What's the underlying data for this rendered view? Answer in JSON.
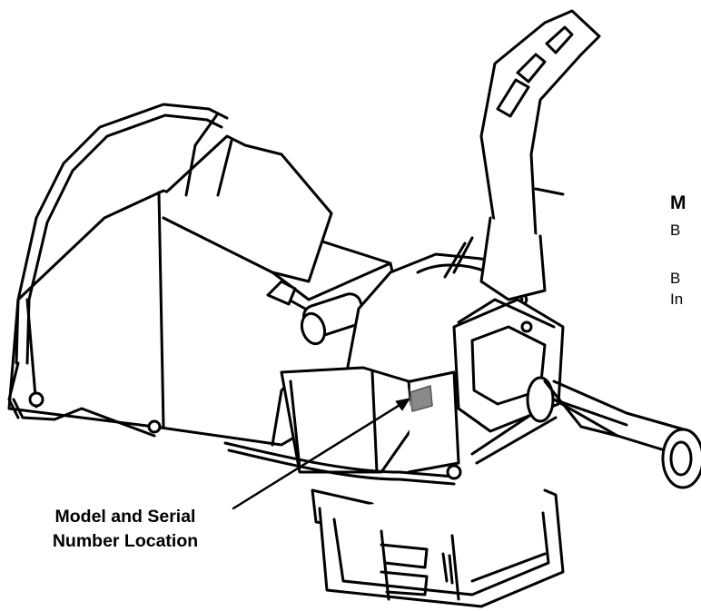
{
  "callout": {
    "line1": "Model and Serial",
    "line2": "Number Location"
  },
  "side_text": {
    "heading": "M",
    "line1": "B",
    "line2": "B",
    "line3": "In"
  }
}
